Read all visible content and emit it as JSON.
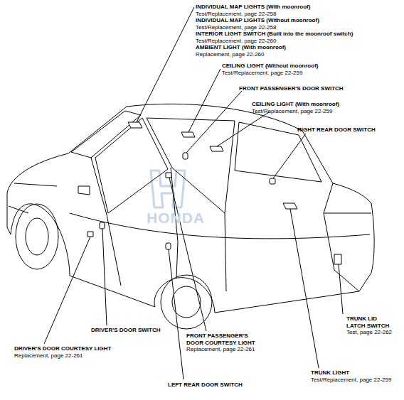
{
  "diagram": {
    "labels": [
      "INDIVIDUAL MAP LIGHTS (With moonroof)",
      "Test/Replacement, page 22-258",
      "INDIVIDUAL MAP LIGHTS (Without moonroof)",
      "Test/Replacement, page 22-258",
      "INTERIOR LIGHT SWITCH (Built into the moonroof switch)",
      "Test/Replacement, page 22-260",
      "AMBIENT LIGHT (With moonroof)",
      "Replacement, page 22-260",
      "CEILING LIGHT (Without moonroof)",
      "Test/Replacement, page 22-259",
      "FRONT PASSENGER'S DOOR SWITCH",
      "CEILING LIGHT (With moonroof)",
      "Test/Replacement, page 22-259",
      "RIGHT REAR DOOR SWITCH",
      "HONDA",
      "TRUNK LID LATCH SWITCH",
      "Test, page 22-262",
      "DRIVER'S DOOR SWITCH",
      "FRONT PASSENGER'S DOOR COURTESY LIGHT",
      "Replacement, page 22-261",
      "DRIVER'S DOOR COURTESY LIGHT",
      "Replacement, page 22-261",
      "TRUNK LIGHT",
      "Test/Replacement, page 22-259",
      "LEFT REAR DOOR SWITCH"
    ]
  }
}
